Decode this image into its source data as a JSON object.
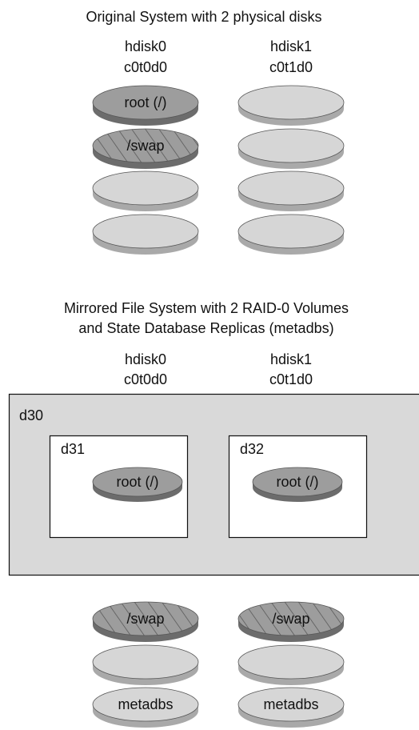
{
  "colors": {
    "slice_light": "#d6d6d6",
    "slice_dark": "#9d9d9d",
    "slice_edge": "#555555",
    "slice_side_light": "#a9a9a9",
    "slice_side_dark": "#6c6c6c",
    "hatch": "#555555",
    "volume_bg": "#d9d9d9",
    "box_stroke": "#111111",
    "inner_bg": "#ffffff"
  },
  "top": {
    "title": "Original System with 2 physical disks",
    "disks": [
      {
        "name": "hdisk0",
        "device": "c0t0d0",
        "slices": [
          {
            "label": "root (/)",
            "style": "dark",
            "icon": "root-slice"
          },
          {
            "label": "/swap",
            "style": "hatched",
            "icon": "swap-slice"
          },
          {
            "label": "",
            "style": "light",
            "icon": "empty-slice"
          },
          {
            "label": "",
            "style": "light",
            "icon": "empty-slice"
          }
        ]
      },
      {
        "name": "hdisk1",
        "device": "c0t1d0",
        "slices": [
          {
            "label": "",
            "style": "light",
            "icon": "empty-slice"
          },
          {
            "label": "",
            "style": "light",
            "icon": "empty-slice"
          },
          {
            "label": "",
            "style": "light",
            "icon": "empty-slice"
          },
          {
            "label": "",
            "style": "light",
            "icon": "empty-slice"
          }
        ]
      }
    ]
  },
  "bottom": {
    "title_line1": "Mirrored File System with 2 RAID-0 Volumes",
    "title_line2": "and State Database Replicas (metadbs)",
    "disks": [
      {
        "name": "hdisk0",
        "device": "c0t0d0"
      },
      {
        "name": "hdisk1",
        "device": "c0t1d0"
      }
    ],
    "mirror": {
      "label": "d30",
      "submirrors": [
        {
          "label": "d31",
          "slice_label": "root (/)",
          "style": "dark"
        },
        {
          "label": "d32",
          "slice_label": "root (/)",
          "style": "dark"
        }
      ]
    },
    "stacks": [
      {
        "slices": [
          {
            "label": "/swap",
            "style": "hatched",
            "icon": "swap-slice"
          },
          {
            "label": "",
            "style": "light",
            "icon": "empty-slice"
          },
          {
            "label": "metadbs",
            "style": "light",
            "icon": "metadb-slice"
          }
        ]
      },
      {
        "slices": [
          {
            "label": "/swap",
            "style": "hatched",
            "icon": "swap-slice"
          },
          {
            "label": "",
            "style": "light",
            "icon": "empty-slice"
          },
          {
            "label": "metadbs",
            "style": "light",
            "icon": "metadb-slice"
          }
        ]
      }
    ]
  }
}
